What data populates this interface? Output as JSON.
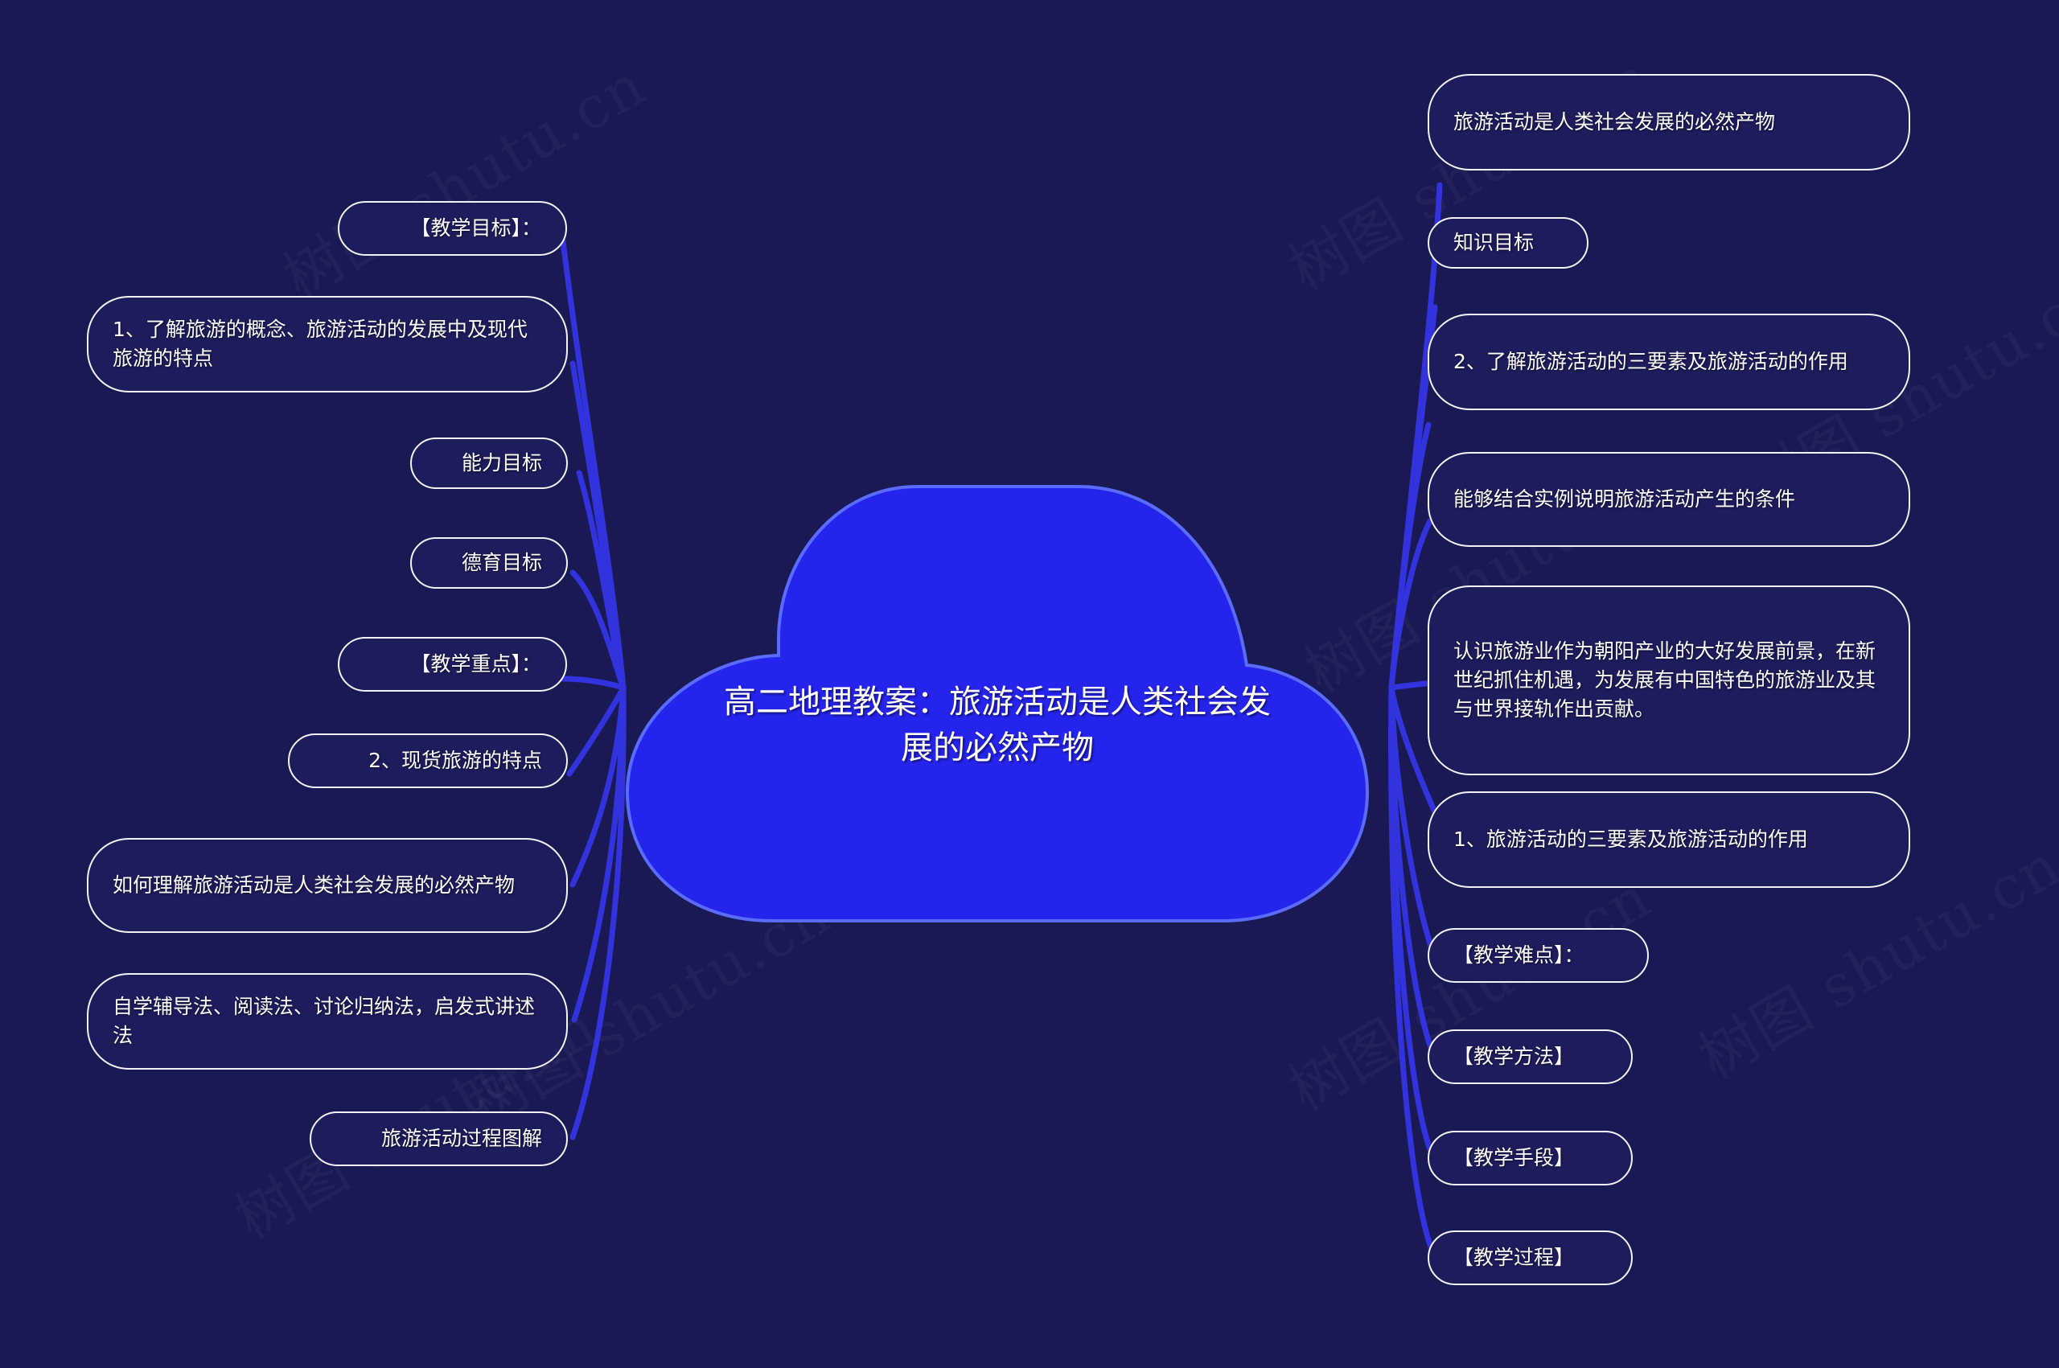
{
  "meta": {
    "background_color": "#191a54",
    "cloud_fill": "#2424ec",
    "cloud_stroke": "#5a6bff",
    "node_border_color": "#f3f3f8",
    "node_fill": "#1d1c5c",
    "connector_color": "#3333dd",
    "text_color": "#ffffff"
  },
  "watermark": {
    "text": "树图 shutu.cn"
  },
  "center": {
    "title": "高二地理教案：旅游活动是人类社会发展的必然产物"
  },
  "left_branch": {
    "nodes": [
      {
        "label": "【教学目标】："
      },
      {
        "label": "1、了解旅游的概念、旅游活动的发展中及现代旅游的特点"
      },
      {
        "label": "能力目标"
      },
      {
        "label": "德育目标"
      },
      {
        "label": "【教学重点】："
      },
      {
        "label": "2、现货旅游的特点"
      },
      {
        "label": "如何理解旅游活动是人类社会发展的必然产物"
      },
      {
        "label": "自学辅导法、阅读法、讨论归纳法，启发式讲述法"
      },
      {
        "label": "旅游活动过程图解"
      }
    ]
  },
  "right_branch": {
    "nodes": [
      {
        "label": "旅游活动是人类社会发展的必然产物"
      },
      {
        "label": "知识目标"
      },
      {
        "label": "2、了解旅游活动的三要素及旅游活动的作用"
      },
      {
        "label": "能够结合实例说明旅游活动产生的条件"
      },
      {
        "label": "认识旅游业作为朝阳产业的大好发展前景，在新世纪抓住机遇，为发展有中国特色的旅游业及其与世界接轨作出贡献。"
      },
      {
        "label": "1、旅游活动的三要素及旅游活动的作用"
      },
      {
        "label": "【教学难点】："
      },
      {
        "label": "【教学方法】"
      },
      {
        "label": "【教学手段】"
      },
      {
        "label": "【教学过程】"
      }
    ]
  }
}
